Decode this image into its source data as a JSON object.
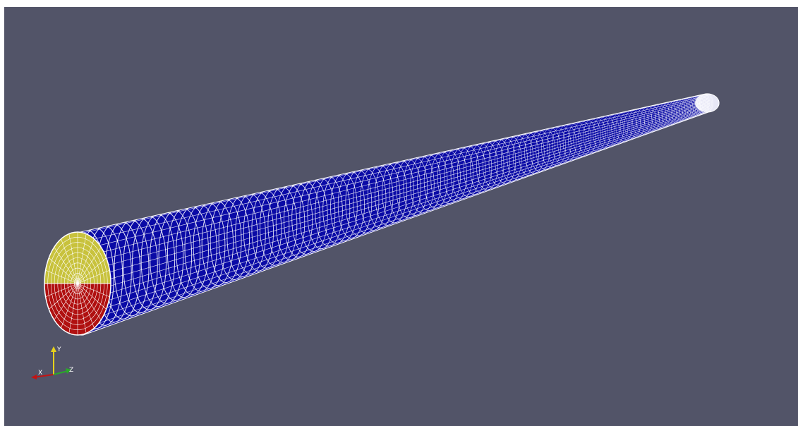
{
  "viewport": {
    "background": "#525468"
  },
  "mesh": {
    "surface_color": "#0a0aa6",
    "edge_color": "#ffffff",
    "inlet_upper_color": "#c8c23c",
    "inlet_lower_color": "#b01010"
  },
  "orientation_axes": {
    "x_label": "X",
    "y_label": "Y",
    "z_label": "Z",
    "x_color": "#c21414",
    "y_color": "#e8d21a",
    "z_color": "#2aa82a"
  }
}
